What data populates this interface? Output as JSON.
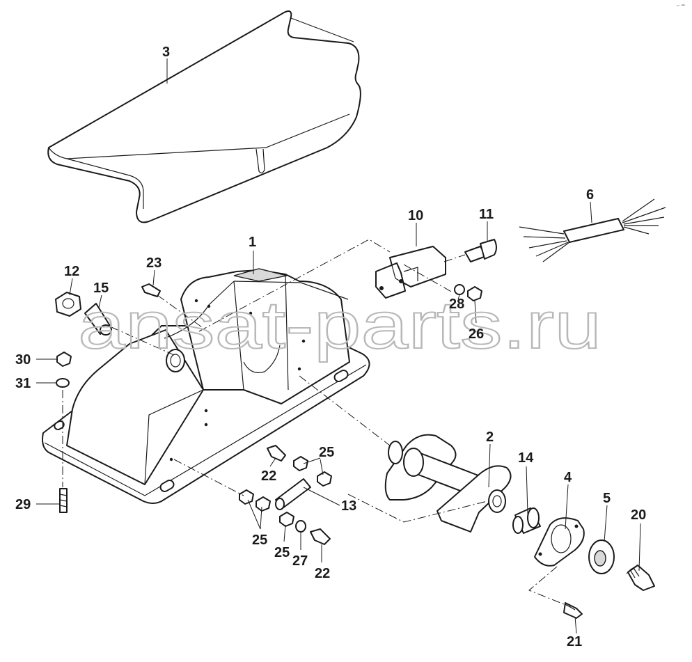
{
  "diagram": {
    "watermark": "ansat-parts.ru",
    "corner_mark": "⌐ ━",
    "callouts": {
      "c1": "1",
      "c2": "2",
      "c3": "3",
      "c4": "4",
      "c5": "5",
      "c6": "6",
      "c10": "10",
      "c11": "11",
      "c12": "12",
      "c13": "13",
      "c14": "14",
      "c15": "15",
      "c20": "20",
      "c21": "21",
      "c22a": "22",
      "c22b": "22",
      "c23": "23",
      "c25a": "25",
      "c25b": "25",
      "c25c": "25",
      "c26": "26",
      "c27": "27",
      "c28": "28",
      "c29": "29",
      "c30": "30",
      "c31": "31"
    }
  }
}
